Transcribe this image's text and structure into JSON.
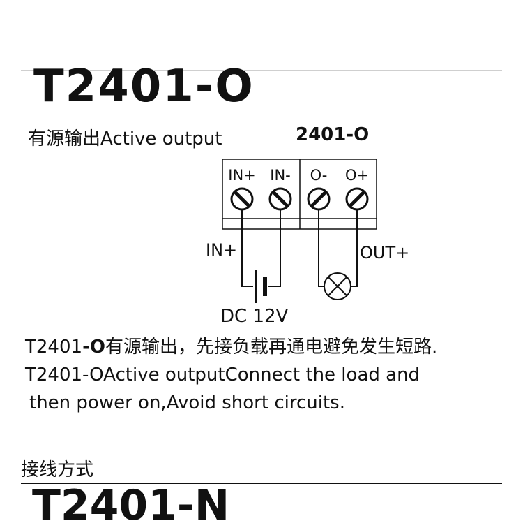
{
  "product": {
    "title": "T2401-O",
    "subtitle": "有源输出Active output",
    "diagram_title": "2401-O"
  },
  "terminals": {
    "in_plus": "IN+",
    "in_minus": "IN-",
    "out_minus": "O-",
    "out_plus": "O+"
  },
  "wiring_labels": {
    "input_label": "IN+",
    "output_label": "OUT+",
    "source_label": "DC 12V"
  },
  "description": {
    "line1_prefix": "T2401",
    "line1_bold": "-O",
    "line1_rest": "有源输出，先接负载再通电避免发生短路.",
    "line2": "T2401-OActive outputConnect the load and",
    "line3": "then power on,Avoid short circuits."
  },
  "section": {
    "wiring_method": "接线方式",
    "next_title": "T2401-N"
  },
  "colors": {
    "ink": "#111111",
    "rule": "#cfcfcf"
  }
}
